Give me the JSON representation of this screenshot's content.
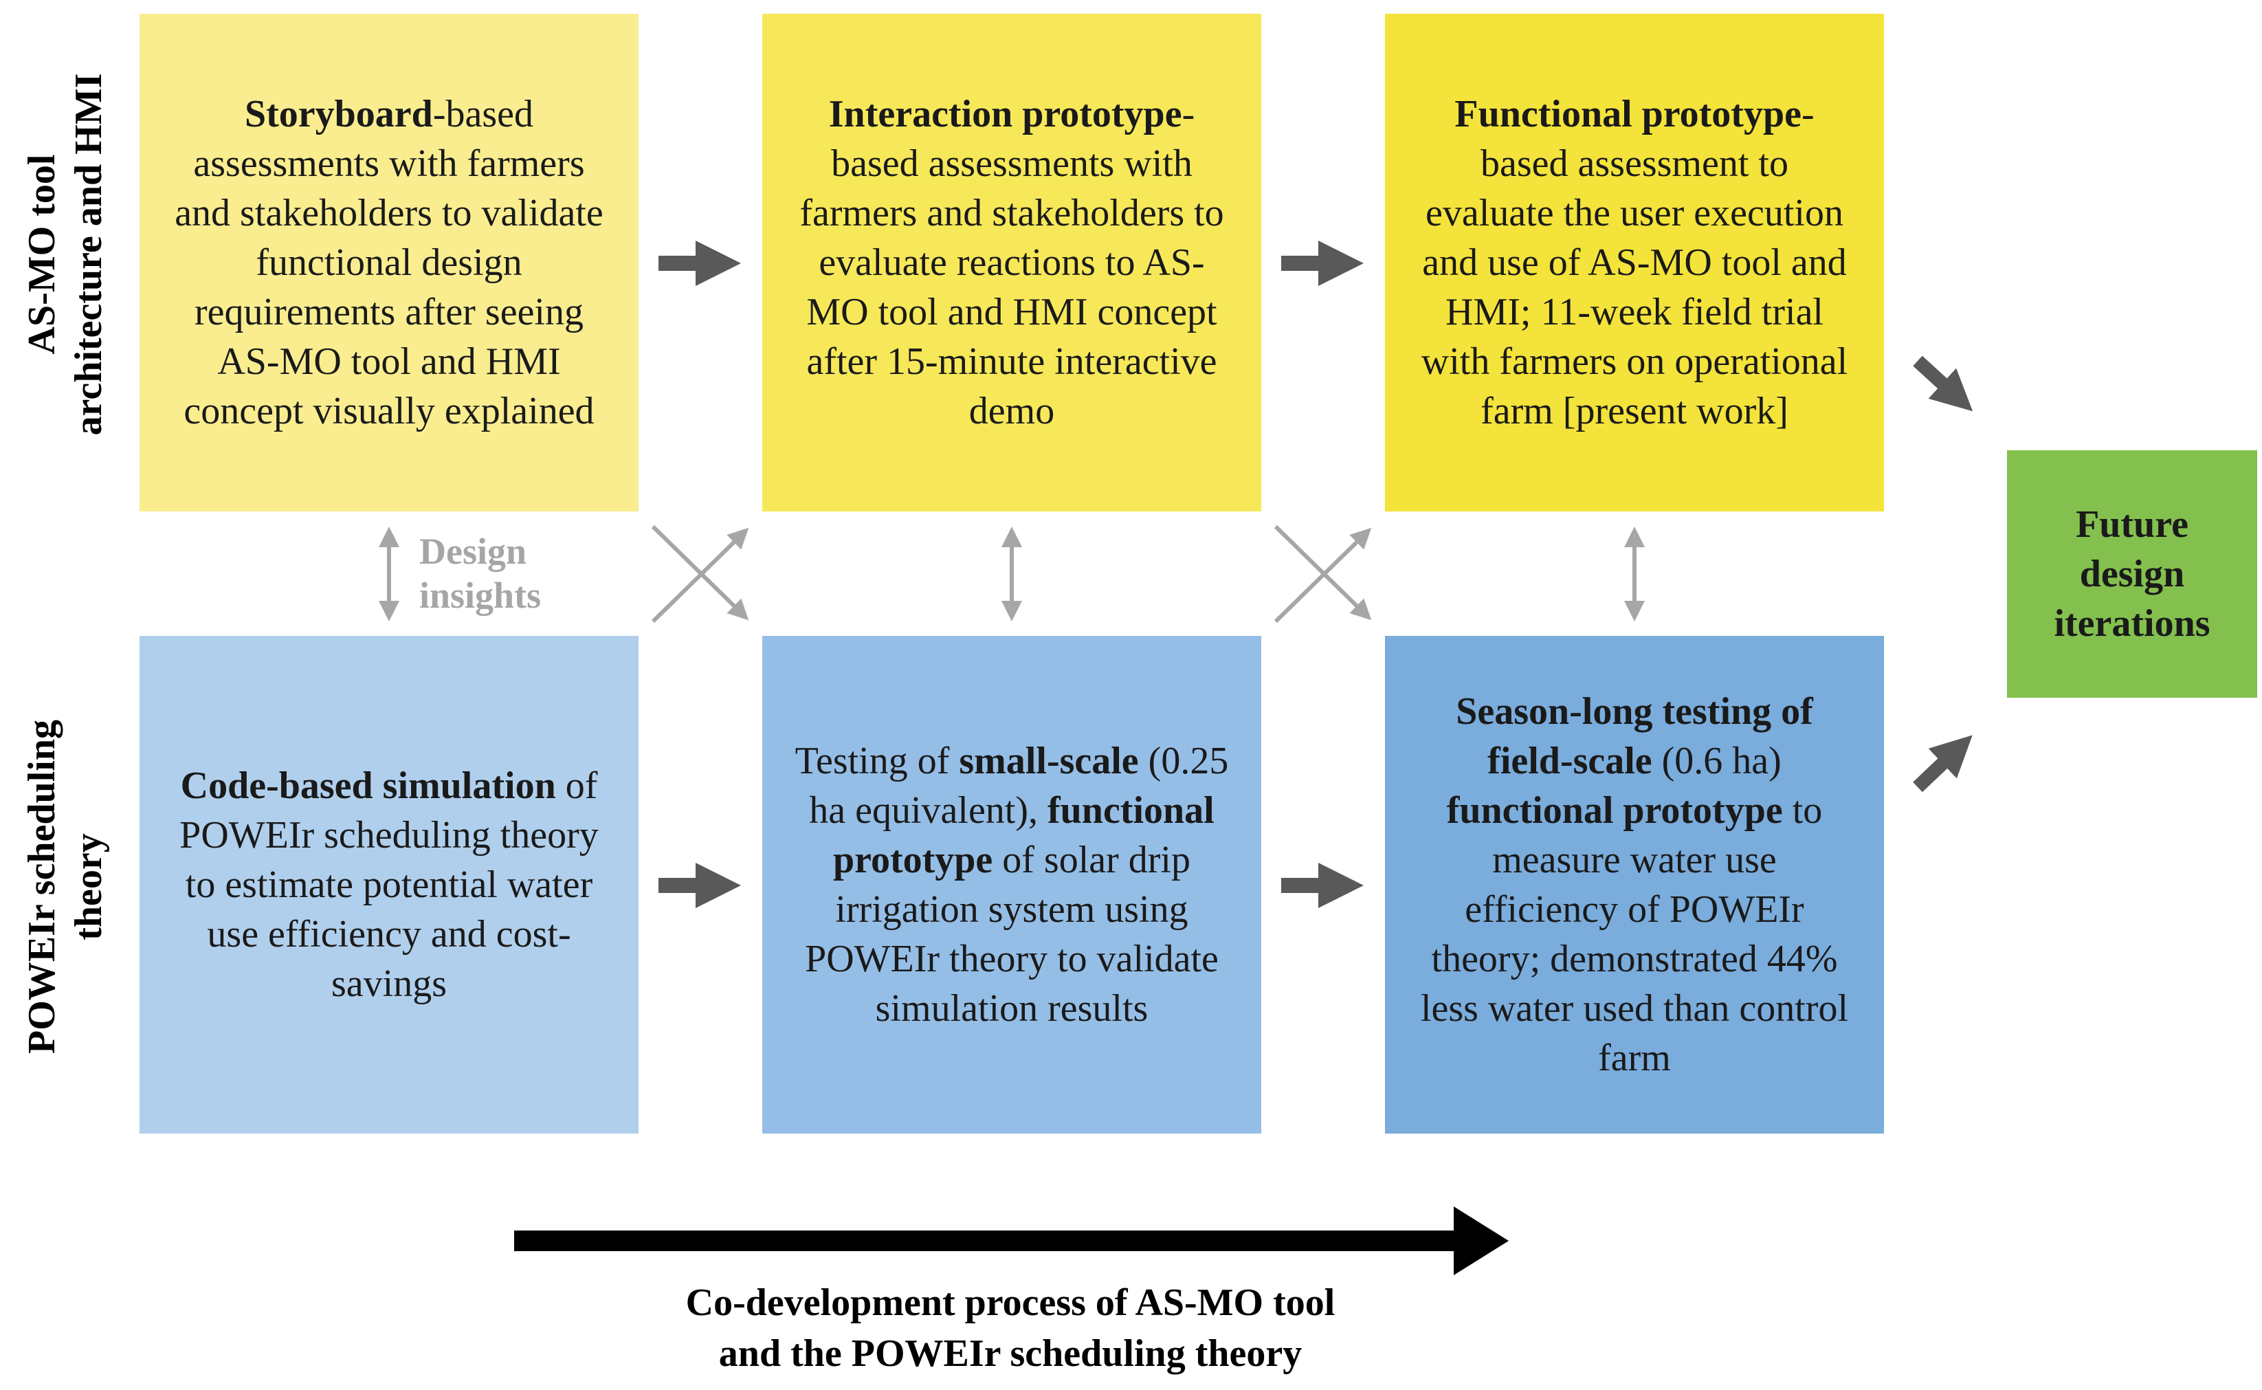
{
  "rows": {
    "top_label": "AS-MO tool\narchitecture and HMI",
    "bottom_label": "POWEIr scheduling\ntheory"
  },
  "boxes": {
    "storyboard": [
      {
        "text": "Storyboard",
        "bold": true
      },
      {
        "text": "-based assessments with farmers and stakeholders to validate functional design requirements after seeing AS-MO tool and HMI concept visually explained",
        "bold": false
      }
    ],
    "interaction": [
      {
        "text": "Interaction prototype",
        "bold": true
      },
      {
        "text": "-based assessments with farmers and stakeholders to evaluate reactions to AS-MO tool and HMI concept after 15-minute interactive demo",
        "bold": false
      }
    ],
    "functional": [
      {
        "text": "Functional prototype",
        "bold": true
      },
      {
        "text": "-based assessment to evaluate the user execution and use of AS-MO tool and HMI; 11-week field trial with farmers on operational farm [present work]",
        "bold": false
      }
    ],
    "code_sim": [
      {
        "text": "Code-based simulation",
        "bold": true
      },
      {
        "text": " of POWEIr scheduling theory to estimate potential water use efficiency and cost-savings",
        "bold": false
      }
    ],
    "small_scale": [
      {
        "text": "Testing of ",
        "bold": false
      },
      {
        "text": "small-scale",
        "bold": true
      },
      {
        "text": " (0.25 ha equivalent), ",
        "bold": false
      },
      {
        "text": "functional prototype",
        "bold": true
      },
      {
        "text": " of solar drip irrigation system using POWEIr theory to validate simulation results",
        "bold": false
      }
    ],
    "season_long": [
      {
        "text": "Season-long testing of field-scale",
        "bold": true
      },
      {
        "text": " (0.6 ha) ",
        "bold": false
      },
      {
        "text": "functional prototype",
        "bold": true
      },
      {
        "text": " to measure water use efficiency of POWEIr theory; demonstrated 44% less water used than control farm",
        "bold": false
      }
    ],
    "future": [
      {
        "text": "Future design iterations",
        "bold": true
      }
    ]
  },
  "insight_label": "Design\ninsights",
  "caption": "Co-development process of AS-MO tool\nand the POWEIr scheduling theory",
  "colors": {
    "yellow_1": "#f9ed8f",
    "yellow_2": "#f7e85a",
    "yellow_3": "#f4e33a",
    "blue_1": "#b0cfec",
    "blue_2": "#95bee6",
    "blue_3": "#7aacdc",
    "green": "#84c04e",
    "dark_arrow": "#595959",
    "light_arrow": "#a6a6a6"
  }
}
